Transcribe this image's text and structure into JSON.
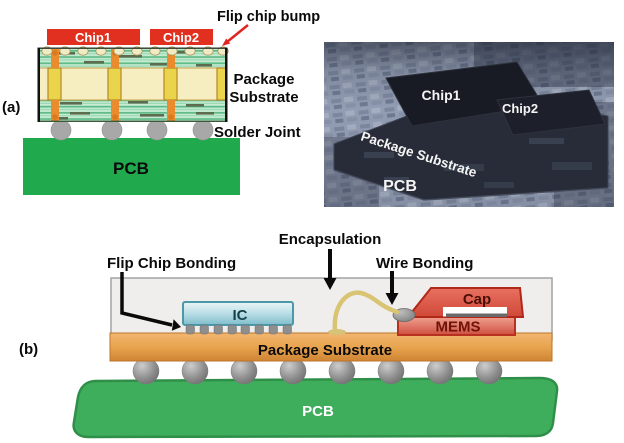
{
  "figure": {
    "panel_a": {
      "label": "(a)",
      "chip1_label": "Chip1",
      "chip2_label": "Chip2",
      "flip_chip_bump_label": "Flip chip bump",
      "package_substrate_line1": "Package",
      "package_substrate_line2": "Substrate",
      "solder_joint_label": "Solder Joint",
      "pcb_label": "PCB"
    },
    "photo": {
      "chip1_label": "Chip1",
      "chip2_label": "Chip2",
      "package_substrate_label": "Package Substrate",
      "pcb_label": "PCB"
    },
    "panel_b": {
      "label": "(b)",
      "flip_chip_bonding_label": "Flip Chip Bonding",
      "encapsulation_label": "Encapsulation",
      "wire_bonding_label": "Wire Bonding",
      "ic_label": "IC",
      "cap_label": "Cap",
      "mems_label": "MEMS",
      "package_substrate_label": "Package Substrate",
      "pcb_label": "PCB"
    },
    "colors": {
      "chip_red": "#e1301f",
      "pcb_green_panel_a": "#21a94e",
      "pcb_green_panel_b": "#3fae5c",
      "substrate_laminate_green": "#c6ebd2",
      "substrate_core_cream": "#f6eec0",
      "core_via_yellow": "#e9d44c",
      "via_orange": "#ea8c2e",
      "package_substrate_orange": "#e8a44e",
      "solder_gray": "#a8a8a8",
      "ic_blue": "#9fd0dc",
      "mems_red": "#d05040",
      "cap_red": "#e87060",
      "wire_gold": "#d8c473",
      "arrow_red": "#e02520",
      "arrow_black": "#0a0a0a",
      "photo_background": "#929cb2",
      "photo_chip_dark": "#181b23"
    }
  }
}
